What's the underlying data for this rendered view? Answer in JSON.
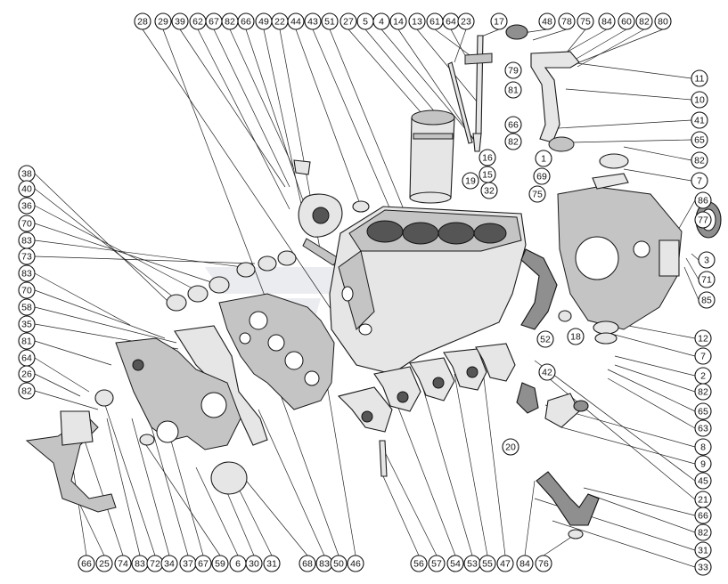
{
  "diagram": {
    "callouts_top": [
      "28",
      "29",
      "39",
      "62",
      "67",
      "82",
      "66",
      "49",
      "22",
      "44",
      "43",
      "51",
      "27",
      "5",
      "4",
      "14",
      "13",
      "61",
      "64",
      "23",
      "17",
      "48",
      "78",
      "75",
      "84",
      "60",
      "82",
      "80"
    ],
    "callouts_bottom": [
      "66",
      "25",
      "74",
      "83",
      "72",
      "34",
      "37",
      "67",
      "59",
      "6",
      "30",
      "31",
      "68",
      "83",
      "50",
      "46",
      "56",
      "57",
      "54",
      "53",
      "55",
      "47",
      "84",
      "76"
    ],
    "callouts_right": [
      "11",
      "10",
      "41",
      "65",
      "82",
      "7",
      "86",
      "77",
      "3",
      "71",
      "85",
      "12",
      "7",
      "2",
      "82",
      "65",
      "63",
      "8",
      "9",
      "45",
      "21",
      "66",
      "82",
      "31",
      "33"
    ],
    "callouts_left": [
      "38",
      "40",
      "36",
      "70",
      "83",
      "73",
      "83",
      "70",
      "58",
      "35",
      "81",
      "64",
      "26",
      "82"
    ],
    "callouts_inner": [
      "79",
      "81",
      "66",
      "82",
      "1",
      "16",
      "15",
      "19",
      "32",
      "69",
      "75",
      "18",
      "52",
      "42",
      "20"
    ]
  }
}
